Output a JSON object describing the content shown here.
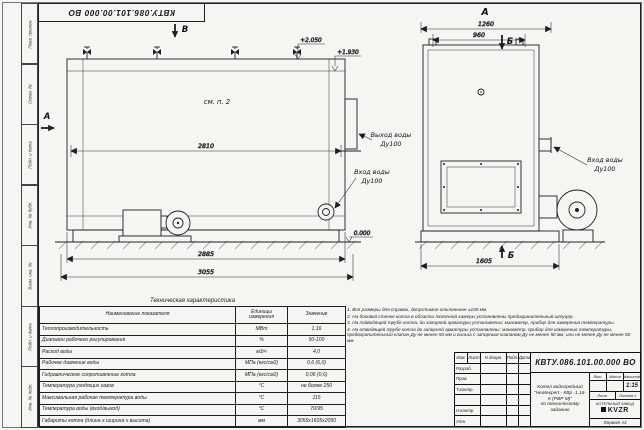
{
  "corner_stamp": "КВТУ.086.101.00.000 ВО",
  "margin_labels": [
    "Перв. примен.",
    "Справ. №",
    "Подп. и дата",
    "Инв. № дубл.",
    "Взам. инв. №",
    "Подп. и дата",
    "Инв. № подл."
  ],
  "drawing": {
    "label_a": "А",
    "label_b": "Б",
    "label_v": "В",
    "see_note": "см. п. 2",
    "elev_top": "+2.050",
    "elev_mid": "+1.930",
    "elev_zero": "0.000",
    "out_line1": "Выход воды",
    "out_line2": "Ду100",
    "in_line1": "Вход воды",
    "in_line2": "Ду100",
    "in2_line1": "Вход воды",
    "in2_line2": "Ду100",
    "dim_2810": "2810",
    "dim_2885": "2885",
    "dim_3055": "3055",
    "dim_1260": "1260",
    "dim_960": "960",
    "dim_1605": "1605"
  },
  "notes": {
    "items": [
      "1.  Все размеры для справок, допустимое отклонение  ±100 мм.",
      "2.  На боковой стенке котла в области топочной камеры установлены предохранительный штуцер.",
      "3.  На  подводящей  трубе котла, до запорной арматуры установлены: манометр, прибор для измерения температуры.",
      "4.  На отводящей трубе котла до запорной арматуры установлены: манометр, прибор для измерения температуры, предохранительный клапан  Ду не менее 50 мм  и гильза с запорным клапаном  Ду не менее 50 мм, или не менее  Ду не менее 50 мм."
    ]
  },
  "spec_table": {
    "title": "Техническая характеристика",
    "col_name": "Наименование показателя",
    "col_units_1": "Единицы",
    "col_units_2": "измерения",
    "col_value": "Значение",
    "rows": [
      {
        "name": "Теплопроизводительность",
        "units": "МВт",
        "value": "1,16"
      },
      {
        "name": "Диапазон рабочего регулирования",
        "units": "%",
        "value": "50-100"
      },
      {
        "name": "Расход воды",
        "units": "м3/ч",
        "value": "4,0"
      },
      {
        "name": "Рабочее давление воды",
        "units": "МПа (кгс/см2)",
        "value": "0,6 (6,0)"
      },
      {
        "name": "Гидравлическое сопротивление котла",
        "units": "МПа (кгс/см2)",
        "value": "0,06 (0,6)"
      },
      {
        "name": "Температура уходящих газов",
        "units": "°С",
        "value": "не более 250"
      },
      {
        "name": "Максимальная рабочая температура воды",
        "units": "°С",
        "value": "115"
      },
      {
        "name": "Температура воды (вход/выход)",
        "units": "°С",
        "value": "70/95"
      },
      {
        "name": "Габариты котла (длина х ширина х высота)",
        "units": "мм",
        "value": "3055х1605х2050"
      }
    ]
  },
  "title_block": {
    "doc_number": "КВТУ.086.101.00.000  ВО",
    "title_line1": "Котел водогрейный",
    "title_line2": "\"Heatexpert - КВр -1,16- К (РВР М)\"",
    "title_line3": "по техническому заданию",
    "col_izm": "Изм.",
    "col_list": "Лист",
    "col_doc": "N докум.",
    "col_podp": "Подп.",
    "col_data": "Дата",
    "row_razrab": "Разраб.",
    "row_prov": "Пров.",
    "row_tkontr": "Т.контр.",
    "row_nkontr": "Н.контр.",
    "row_utv": "Утв.",
    "lit_label": "Лит.",
    "mass_label": "Масса",
    "scale_label": "Масштаб",
    "scale_value": "1:15",
    "sheet_label": "Лист",
    "sheets_label": "Листов 2",
    "company_line1": "КОТЕЛЬНЫЙ ЗАВОД",
    "logo": "KVZR",
    "format": "Формат  А3"
  }
}
